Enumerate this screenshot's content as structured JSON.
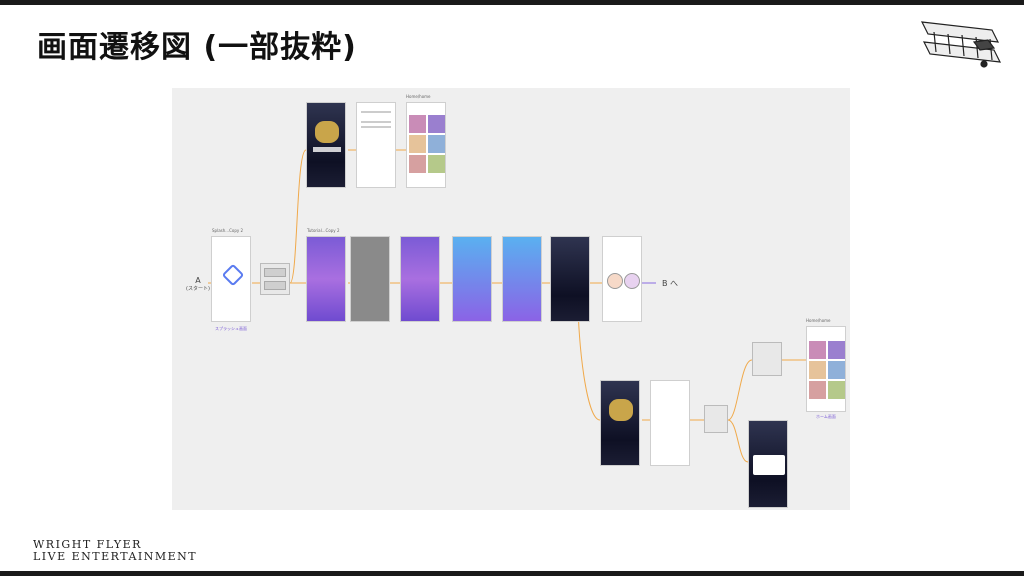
{
  "slide": {
    "title": "画面遷移図 (一部抜粋)",
    "brand_line1": "WRIGHT FLYER",
    "brand_line2": "LIVE ENTERTAINMENT"
  },
  "diagram": {
    "start_label": "A",
    "start_sub": "(スタート)",
    "next_label": "B へ",
    "splash_header": "Splash...Copy 2",
    "splash_caption": "スプラッシュ画面",
    "tutorial_header": "Tutorial...Copy 2",
    "home_header": "Home/home",
    "home_caption": "ホーム画面"
  }
}
